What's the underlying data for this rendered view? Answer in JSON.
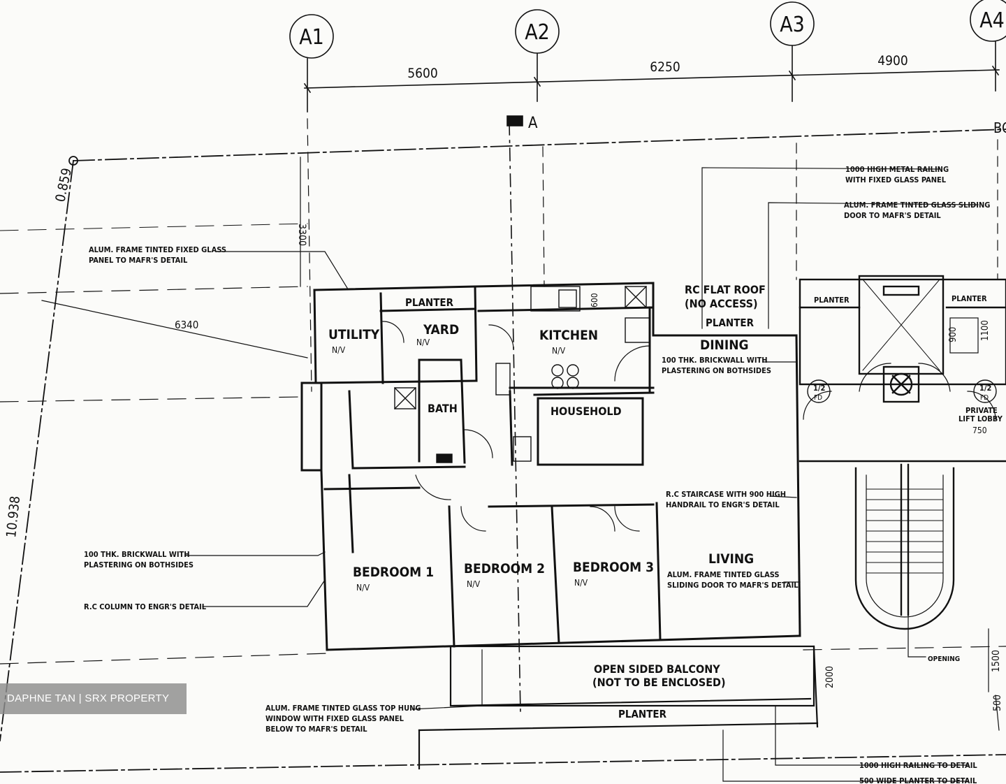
{
  "grid": {
    "a1": "A1",
    "a2": "A2",
    "a3": "A3",
    "a4": "A4"
  },
  "dimensions": {
    "d5600": "5600",
    "d6250": "6250",
    "d4900": "4900",
    "d3300": "3300",
    "d6340": "6340",
    "d859": "0.859",
    "d10938": "10.938",
    "d600": "600",
    "d900": "900",
    "d1100": "1100",
    "d750": "750",
    "d2000": "2000",
    "d1500": "1500",
    "d500": "500"
  },
  "section_marker": "A",
  "rooms": {
    "utility": "UTILITY",
    "utility_sub": "N/V",
    "yard": "YARD",
    "yard_sub": "N/V",
    "kitchen": "KITCHEN",
    "kitchen_sub": "N/V",
    "dining": "DINING",
    "planter_top": "PLANTER",
    "rc_roof_1": "RC FLAT ROOF",
    "rc_roof_2": "(NO ACCESS)",
    "planter_right_room": "PLANTER",
    "bath": "BATH",
    "household": "HOUSEHOLD",
    "living": "LIVING",
    "bedroom1": "BEDROOM 1",
    "bedroom1_sub": "N/V",
    "bedroom2": "BEDROOM 2",
    "bedroom2_sub": "N/V",
    "bedroom3": "BEDROOM 3",
    "bedroom3_sub": "N/V",
    "balcony_1": "OPEN SIDED BALCONY",
    "balcony_2": "(NOT TO BE ENCLOSED)",
    "planter_bottom": "PLANTER",
    "planter_lift_left": "PLANTER",
    "planter_lift_right": "PLANTER",
    "private_lift_lobby_1": "PRIVATE",
    "private_lift_lobby_2": "LIFT LOBBY",
    "opening": "OPENING",
    "fd_left": "1/2",
    "fd_right": "1/2",
    "fd_sub": "FD"
  },
  "notes": {
    "railing_top_1": "1000 HIGH METAL RAILING",
    "railing_top_2": "WITH FIXED GLASS PANEL",
    "sliding_1": "ALUM. FRAME TINTED GLASS SLIDING",
    "sliding_2": "DOOR TO MAFR'S DETAIL",
    "fixed_glass_1": "ALUM. FRAME TINTED FIXED GLASS",
    "fixed_glass_2": "PANEL TO MAFR'S DETAIL",
    "brickwall_dining_1": "100 THK. BRICKWALL WITH",
    "brickwall_dining_2": "PLASTERING ON BOTHSIDES",
    "staircase_1": "R.C STAIRCASE WITH 900 HIGH",
    "staircase_2": "HANDRAIL TO ENGR'S DETAIL",
    "living_sliding_1": "ALUM. FRAME TINTED GLASS",
    "living_sliding_2": "SLIDING DOOR TO MAFR'S DETAIL",
    "brickwall_left_1": "100 THK. BRICKWALL WITH",
    "brickwall_left_2": "PLASTERING ON BOTHSIDES",
    "rc_column": "R.C COLUMN TO ENGR'S DETAIL",
    "top_hung_1": "ALUM. FRAME TINTED GLASS TOP HUNG",
    "top_hung_2": "WINDOW WITH FIXED GLASS PANEL",
    "top_hung_3": "BELOW TO MAFR'S DETAIL",
    "railing_bottom": "1000 HIGH RAILING TO DETAIL",
    "planter_wide": "500 WIDE PLANTER TO DETAIL",
    "bc_cut": "BC"
  },
  "watermark": "DAPHNE TAN | SRX PROPERTY"
}
